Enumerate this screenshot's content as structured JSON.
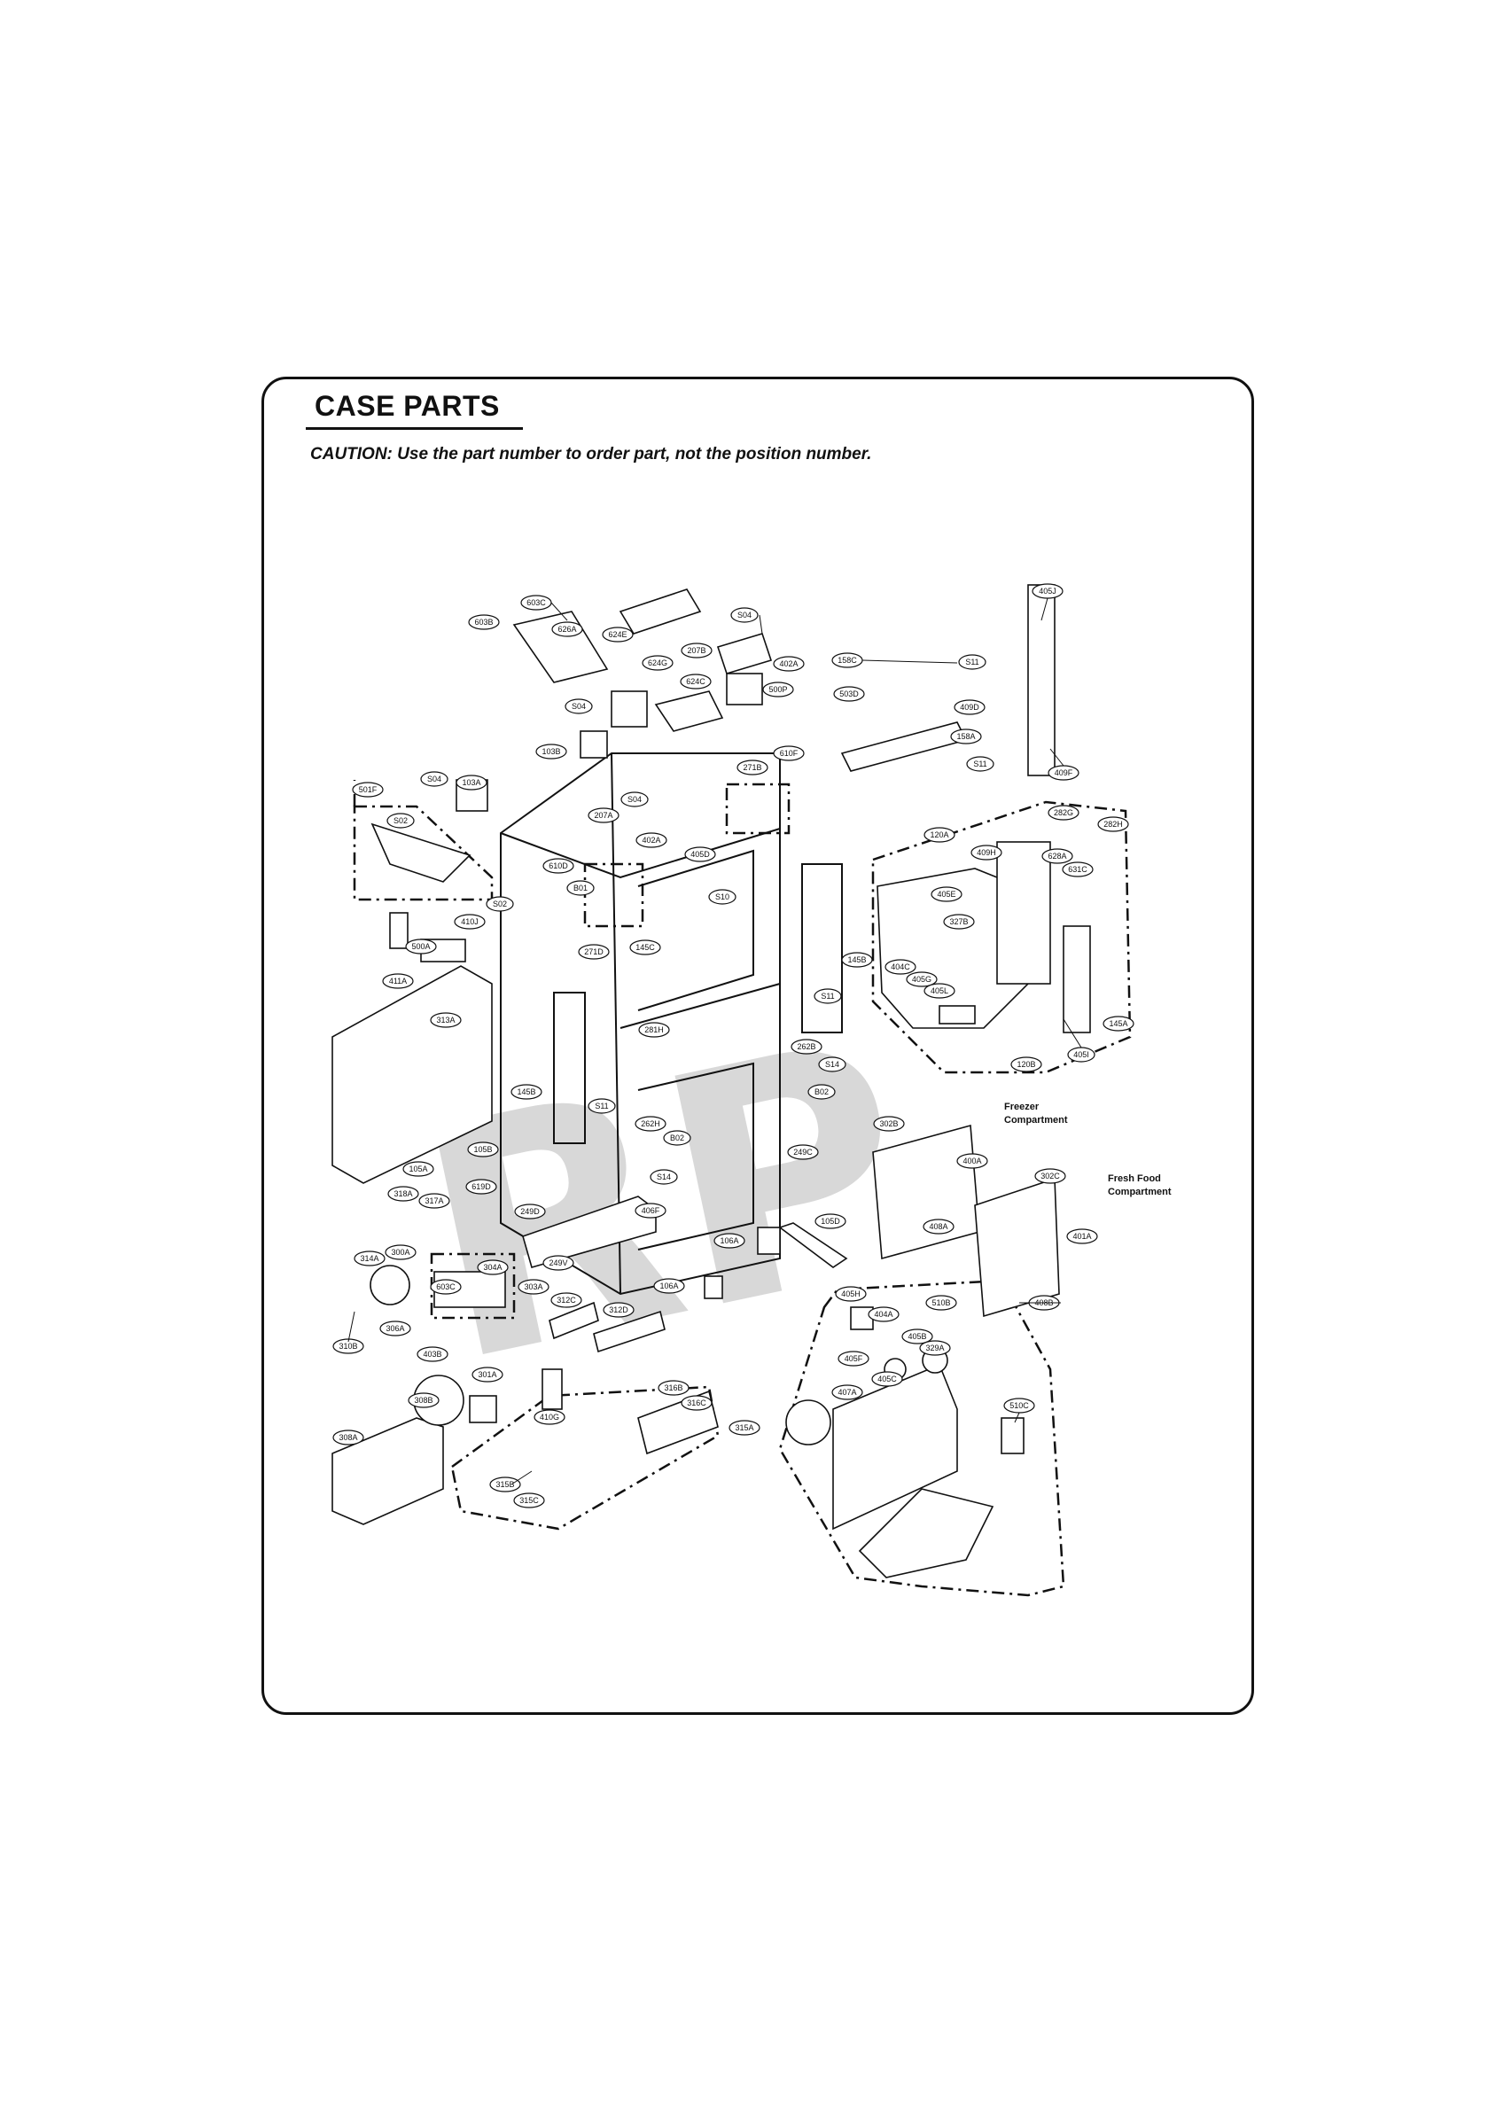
{
  "header": {
    "title": "CASE PARTS",
    "caution": "CAUTION: Use the part number to order part, not the position number."
  },
  "watermark": "RP",
  "areas": {
    "freezer": [
      "Freezer",
      "Compartment"
    ],
    "fresh_food": [
      "Fresh Food",
      "Compartment"
    ]
  },
  "callouts": [
    "603C",
    "603B",
    "626A",
    "624E",
    "S04",
    "207B",
    "402A",
    "624G",
    "624C",
    "500P",
    "S04",
    "103B",
    "610F",
    "158C",
    "S11",
    "503D",
    "409D",
    "158A",
    "S11",
    "405J",
    "409F",
    "271B",
    "S04",
    "207A",
    "402A",
    "103A",
    "S04",
    "501F",
    "S02",
    "610D",
    "B01",
    "405D",
    "S10",
    "120A",
    "409H",
    "282G",
    "282H",
    "628A",
    "631C",
    "S02",
    "410J",
    "271D",
    "145C",
    "145B",
    "405E",
    "327B",
    "404C",
    "405G",
    "405L",
    "S11",
    "500A",
    "411A",
    "313A",
    "281H",
    "262B",
    "S14",
    "B02",
    "145B",
    "S11",
    "120B",
    "405I",
    "145A",
    "262H",
    "B02",
    "105B",
    "105A",
    "S14",
    "249C",
    "302B",
    "400A",
    "318A",
    "317A",
    "619D",
    "249D",
    "406F",
    "105D",
    "302C",
    "401A",
    "408A",
    "106A",
    "314A",
    "300A",
    "304A",
    "249V",
    "303A",
    "603C",
    "106A",
    "405H",
    "510B",
    "312C",
    "312D",
    "404A",
    "405B",
    "329A",
    "306A",
    "310B",
    "403B",
    "301A",
    "405F",
    "405C",
    "408B",
    "316B",
    "316C",
    "308B",
    "407A",
    "510C",
    "315A",
    "410G",
    "308A",
    "315B",
    "315C"
  ]
}
